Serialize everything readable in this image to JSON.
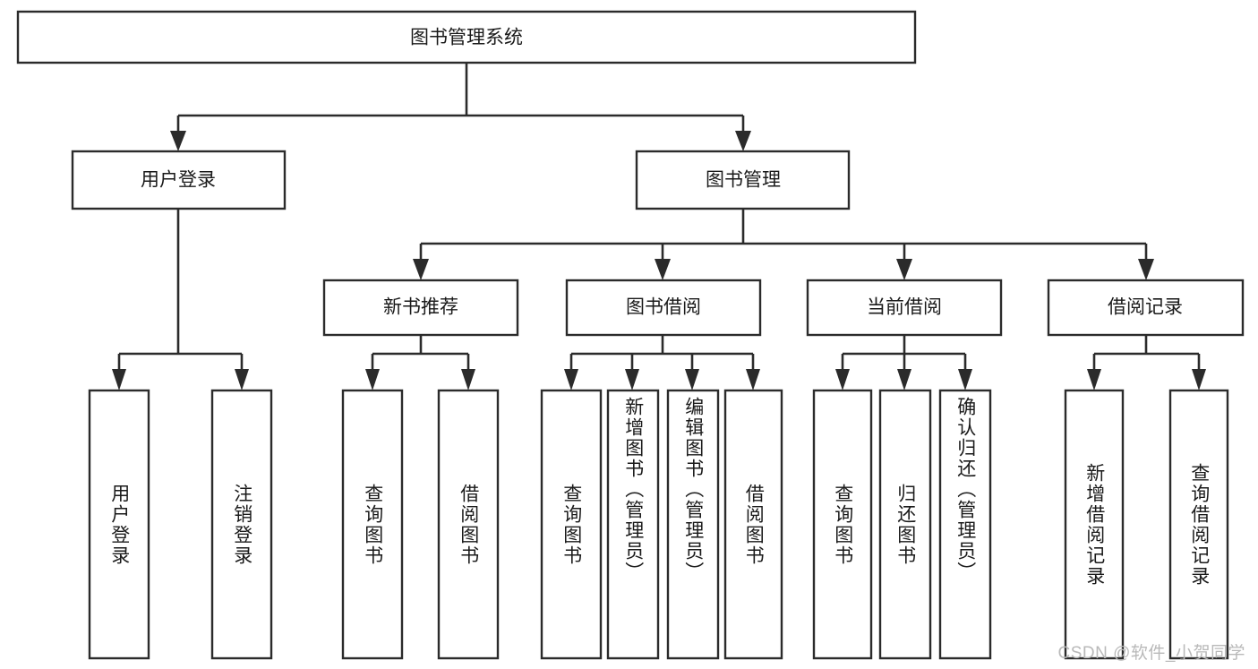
{
  "diagram": {
    "type": "tree-hierarchy-flowchart",
    "title": "图书管理系统",
    "orientation": "top-down",
    "levels": 4,
    "root": {
      "id": "root",
      "label": "图书管理系统",
      "text_direction": "horizontal"
    },
    "level2": [
      {
        "id": "user-login",
        "label": "用户登录",
        "text_direction": "horizontal"
      },
      {
        "id": "book-management",
        "label": "图书管理",
        "text_direction": "horizontal"
      }
    ],
    "level3": [
      {
        "id": "new-book-recommend",
        "label": "新书推荐",
        "parent": "book-management",
        "text_direction": "horizontal"
      },
      {
        "id": "book-borrow",
        "label": "图书借阅",
        "parent": "book-management",
        "text_direction": "horizontal"
      },
      {
        "id": "current-borrow",
        "label": "当前借阅",
        "parent": "book-management",
        "text_direction": "horizontal"
      },
      {
        "id": "borrow-record",
        "label": "借阅记录",
        "parent": "book-management",
        "text_direction": "horizontal"
      }
    ],
    "leaves": [
      {
        "id": "leaf-user-login",
        "label": "用户登录",
        "parent": "user-login",
        "text_direction": "vertical"
      },
      {
        "id": "leaf-logout",
        "label": "注销登录",
        "parent": "user-login",
        "text_direction": "vertical"
      },
      {
        "id": "leaf-query-book-1",
        "label": "查询图书",
        "parent": "new-book-recommend",
        "text_direction": "vertical"
      },
      {
        "id": "leaf-borrow-book-1",
        "label": "借阅图书",
        "parent": "new-book-recommend",
        "text_direction": "vertical"
      },
      {
        "id": "leaf-query-book-2",
        "label": "查询图书",
        "parent": "book-borrow",
        "text_direction": "vertical"
      },
      {
        "id": "leaf-add-book",
        "label": "新增图书（管理员）",
        "parent": "book-borrow",
        "text_direction": "vertical"
      },
      {
        "id": "leaf-edit-book",
        "label": "编辑图书（管理员）",
        "parent": "book-borrow",
        "text_direction": "vertical"
      },
      {
        "id": "leaf-borrow-book-2",
        "label": "借阅图书",
        "parent": "book-borrow",
        "text_direction": "vertical"
      },
      {
        "id": "leaf-query-book-3",
        "label": "查询图书",
        "parent": "current-borrow",
        "text_direction": "vertical"
      },
      {
        "id": "leaf-return-book",
        "label": "归还图书",
        "parent": "current-borrow",
        "text_direction": "vertical"
      },
      {
        "id": "leaf-confirm-return",
        "label": "确认归还（管理员）",
        "parent": "current-borrow",
        "text_direction": "vertical"
      },
      {
        "id": "leaf-add-record",
        "label": "新增借阅记录",
        "parent": "borrow-record",
        "text_direction": "vertical"
      },
      {
        "id": "leaf-query-record",
        "label": "查询借阅记录",
        "parent": "borrow-record",
        "text_direction": "vertical"
      }
    ]
  },
  "watermark": {
    "text": "CSDN @软件_小贺同学"
  },
  "colors": {
    "box_stroke": "#2b2b2b",
    "box_fill": "#ffffff",
    "connector": "#2b2b2b",
    "label": "#1a1a1a",
    "watermark": "#b9b9b9",
    "background": "#ffffff"
  }
}
